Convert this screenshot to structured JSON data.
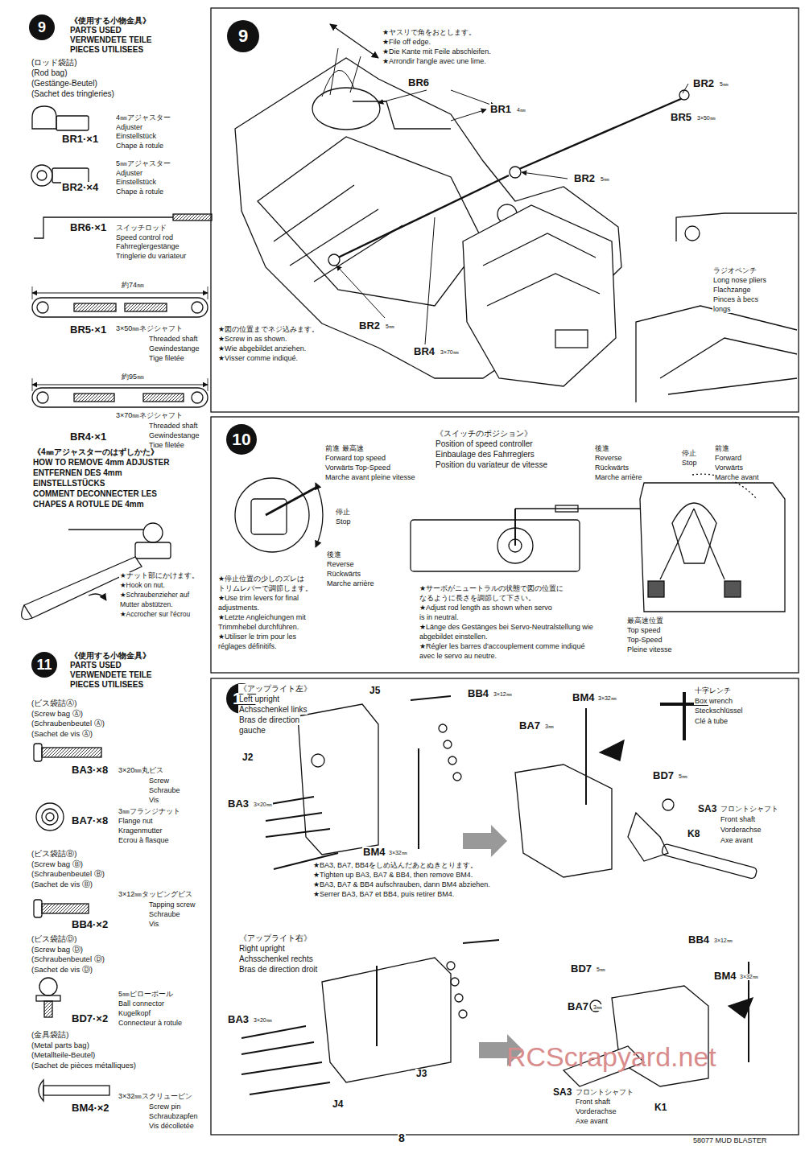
{
  "diagram": {
    "nodes": [
      {
        "text": [
          "9"
        ]
      },
      {
        "text": [
          "9"
        ]
      },
      {
        "text": [
          "10"
        ]
      },
      {
        "text": [
          "11"
        ]
      },
      {
        "text": [
          "11"
        ]
      }
    ],
    "labels": [
      "《使用する小物金具》",
      "PARTS USED",
      "VERWENDETE TEILE",
      "PIECES UTILISEES",
      "(ロッド袋詰)",
      "(Rod bag)",
      "(Gestänge-Beutel)",
      "(Sachet des tringleries)",
      "BR1·×1",
      "4㎜アジャスター",
      "Adjuster",
      "Einstellstück",
      "Chape à rotule",
      "BR2·×4",
      "5㎜アジャスター",
      "Adjuster",
      "Einstellstück",
      "Chape à rotule",
      "BR6·×1",
      "スイッチロッド",
      "Speed control rod",
      "Fahrreglergestänge",
      "Tringlerie du variateur",
      "約74㎜",
      "BR5·×1",
      "3×50㎜ネジシャフト",
      "Threaded shaft",
      "Gewindestange",
      "Tige filetée",
      "★図の位置までネジ込みます。",
      "★Screw in as shown.",
      "★Wie abgebildet anziehen.",
      "★Visser comme indiqué.",
      "約95㎜",
      "3×70㎜ネジシャフト",
      "Threaded shaft",
      "Gewindestange",
      "Tige filetée",
      "BR4·×1",
      "《4㎜アジャスターのはずしかた》",
      "HOW TO REMOVE 4mm ADJUSTER",
      "ENTFERNEN DES 4mm",
      "EINSTELLSTÜCKS",
      "COMMENT DECONNECTER LES",
      "CHAPES A ROTULE DE 4mm",
      "★ナット部にかけます。",
      "★Hook on nut.",
      "★Schraubenzieher auf",
      "Mutter abstützen.",
      "★Accrocher sur l'écrou",
      "《使用する小物金具》",
      "PARTS USED",
      "VERWENDETE TEILE",
      "PIECES UTILISEES",
      "(ビス袋詰Ⓐ)",
      "(Screw bag Ⓐ)",
      "(Schraubenbeutel Ⓐ)",
      "(Sachet de vis Ⓐ)",
      "BA3·×8",
      "3×20㎜丸ビス",
      "Screw",
      "Schraube",
      "Vis",
      "BA7·×8",
      "3㎜フランジナット",
      "Flange nut",
      "Kragenmutter",
      "Ecrou à flasque",
      "(ビス袋詰Ⓑ)",
      "(Screw bag Ⓑ)",
      "(Schraubenbeutel Ⓑ)",
      "(Sachet de vis Ⓑ)",
      "3×12㎜タッピングビス",
      "Tapping screw",
      "Schraube",
      "Vis",
      "BB4·×2",
      "(ビス袋詰Ⓓ)",
      "(Screw bag Ⓓ)",
      "(Schraubenbeutel Ⓓ)",
      "(Sachet de vis Ⓓ)",
      "5㎜ピローボール",
      "Ball connector",
      "Kugelkopf",
      "Connecteur à rotule",
      "BD7·×2",
      "(金具袋詰)",
      "(Metal parts bag)",
      "(Metallteile-Beutel)",
      "(Sachet de pièces métalliques)",
      "3×32㎜スクリューピン",
      "Screw pin",
      "Schraubzapfen",
      "Vis décolletée",
      "BM4·×2",
      "★ヤスリで角をおとします。",
      "★File off edge.",
      "★Die Kante mit Feile abschleifen.",
      "★Arrondir l'angle avec une lime.",
      "BR6",
      "BR1",
      "4㎜",
      "BR2",
      "5㎜",
      "BR5",
      "3×50㎜",
      "BR2",
      "5㎜",
      "ラジオペンチ",
      "Long nose pliers",
      "Flachzange",
      "Pinces à becs",
      "longs",
      "BR2",
      "5㎜",
      "BR4",
      "3×70㎜",
      "《スイッチのポジション》",
      "Position of speed controller",
      "Einbaulage des Fahrreglers",
      "Position du variateur de vitesse",
      "前進 最高速",
      "Forward top speed",
      "Vorwärts Top-Speed",
      "Marche avant pleine vitesse",
      "停止",
      "Stop",
      "後進",
      "Reverse",
      "Rückwärts",
      "Marche arrière",
      "★停止位置の少しのズレは",
      "トリムレバーで調節します。",
      "★Use trim levers for final",
      "adjustments.",
      "★Letzte Angleichungen mit",
      "Trimmhebel durchführen.",
      "★Utiliser le trim pour les",
      "réglages définitifs.",
      "★サーボがニュートラルの状態で図の位置に",
      "なるように長さを調節して下さい。",
      "★Adjust rod length as shown when servo",
      "is in neutral.",
      "★Länge des Gestänges bei Servo-Neutralstellung wie",
      "abgebildet einstellen.",
      "★Régler les barres d'accouplement comme indiqué",
      "avec le servo au neutre.",
      "後進",
      "Reverse",
      "Rückwärts",
      "Marche arrière",
      "停止",
      "Stop",
      "前進",
      "Forward",
      "Vorwärts",
      "Marche avant",
      "最高速位置",
      "Top speed",
      "Top-Speed",
      "Pleine vitesse",
      "《アップライト左》",
      "Left upright",
      "Achsschenkel links",
      "Bras de direction",
      "gauche",
      "J5",
      "BB4",
      "3×12㎜",
      "BM4",
      "3×32㎜",
      "十字レンチ",
      "Box wrench",
      "Steckschlüssel",
      "Clé à tube",
      "BA7",
      "3㎜",
      "J2",
      "BA3",
      "3×20㎜",
      "BD7",
      "5㎜",
      "SA3",
      "フロントシャフト",
      "Front shaft",
      "Vorderachse",
      "Axe avant",
      "K8",
      "BM4",
      "3×32㎜",
      "★BA3, BA7, BB4をしめ込んだあとぬきとります。",
      "★Tighten up BA3, BA7 & BB4, then remove BM4.",
      "★BA3, BA7 & BB4 aufschrauben, dann BM4 abziehen.",
      "★Serrer BA3, BA7 et BB4, puis retirer BM4.",
      "《アップライト右》",
      "Right upright",
      "Achsschenkel rechts",
      "Bras de direction droit",
      "BB4",
      "3×12㎜",
      "BD7",
      "5㎜",
      "BM4",
      "3×32㎜",
      "BA7",
      "3㎜",
      "BA3",
      "3×20㎜",
      "J3",
      "J4",
      "SA3",
      "フロントシャフト",
      "Front shaft",
      "Vorderachse",
      "Axe avant",
      "K1",
      "RCScrapyard.net",
      "8",
      "58077 MUD BLASTER"
    ]
  }
}
